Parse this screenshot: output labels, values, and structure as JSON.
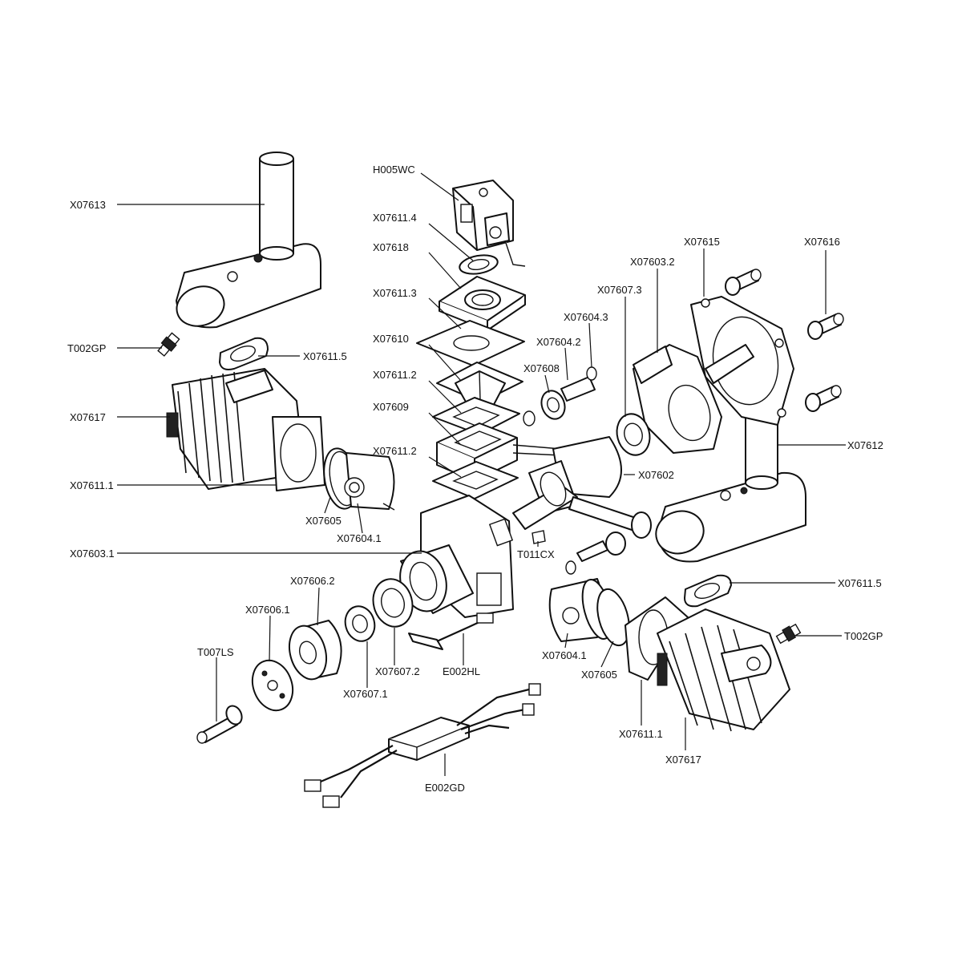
{
  "diagram": {
    "labels": [
      {
        "id": "H005WC",
        "text": "H005WC"
      },
      {
        "id": "X07611_4",
        "text": "X07611.4"
      },
      {
        "id": "X07618",
        "text": "X07618"
      },
      {
        "id": "X07611_3",
        "text": "X07611.3"
      },
      {
        "id": "X07610",
        "text": "X07610"
      },
      {
        "id": "X07611_2a",
        "text": "X07611.2"
      },
      {
        "id": "X07609",
        "text": "X07609"
      },
      {
        "id": "X07611_2b",
        "text": "X07611.2"
      },
      {
        "id": "X07613",
        "text": "X07613"
      },
      {
        "id": "T002GP_a",
        "text": "T002GP"
      },
      {
        "id": "X07611_5a",
        "text": "X07611.5"
      },
      {
        "id": "X07617_a",
        "text": "X07617"
      },
      {
        "id": "X07611_1a",
        "text": "X07611.1"
      },
      {
        "id": "X07605_a",
        "text": "X07605"
      },
      {
        "id": "X07604_1a",
        "text": "X07604.1"
      },
      {
        "id": "X07603_1",
        "text": "X07603.1"
      },
      {
        "id": "X07606_2",
        "text": "X07606.2"
      },
      {
        "id": "X07606_1",
        "text": "X07606.1"
      },
      {
        "id": "T007LS",
        "text": "T007LS"
      },
      {
        "id": "X07607_1",
        "text": "X07607.1"
      },
      {
        "id": "X07607_2",
        "text": "X07607.2"
      },
      {
        "id": "E002HL",
        "text": "E002HL"
      },
      {
        "id": "E002GD",
        "text": "E002GD"
      },
      {
        "id": "X07615",
        "text": "X07615"
      },
      {
        "id": "X07616",
        "text": "X07616"
      },
      {
        "id": "X07603_2",
        "text": "X07603.2"
      },
      {
        "id": "X07607_3",
        "text": "X07607.3"
      },
      {
        "id": "X07604_3",
        "text": "X07604.3"
      },
      {
        "id": "X07604_2",
        "text": "X07604.2"
      },
      {
        "id": "X07608",
        "text": "X07608"
      },
      {
        "id": "X07612",
        "text": "X07612"
      },
      {
        "id": "X07602",
        "text": "X07602"
      },
      {
        "id": "T011CX",
        "text": "T011CX"
      },
      {
        "id": "X07611_5b",
        "text": "X07611.5"
      },
      {
        "id": "T002GP_b",
        "text": "T002GP"
      },
      {
        "id": "X07604_1b",
        "text": "X07604.1"
      },
      {
        "id": "X07605_b",
        "text": "X07605"
      },
      {
        "id": "X07611_1b",
        "text": "X07611.1"
      },
      {
        "id": "X07617_b",
        "text": "X07617"
      }
    ]
  }
}
